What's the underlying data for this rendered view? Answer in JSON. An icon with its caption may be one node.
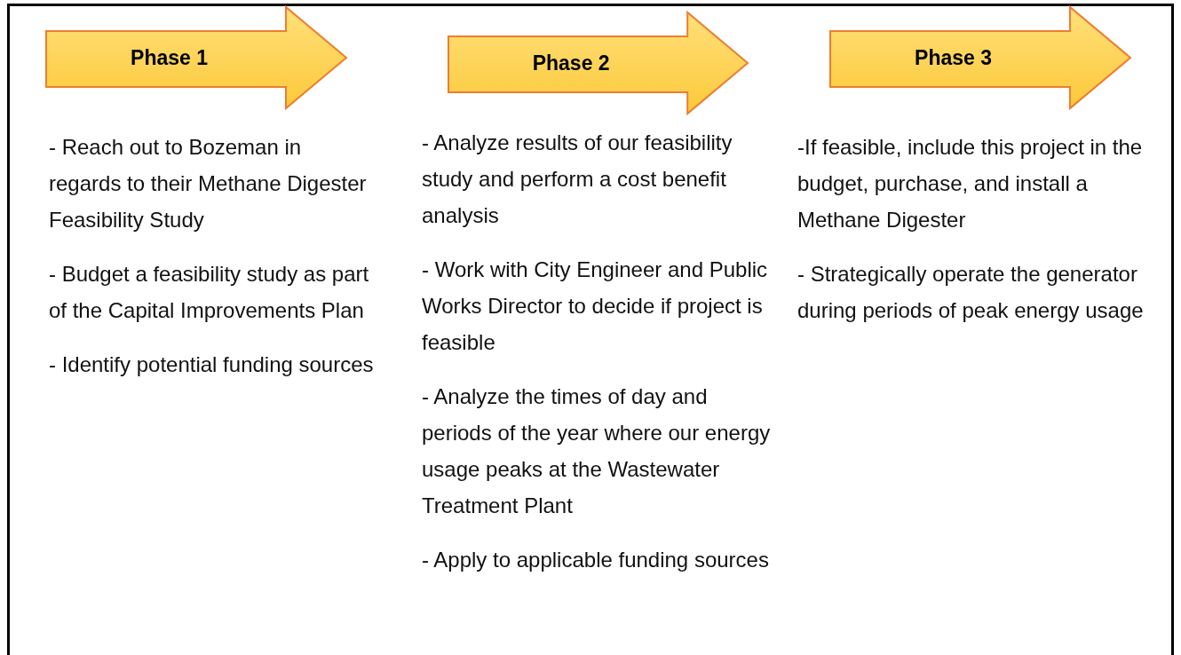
{
  "diagram": {
    "nodes": [
      {
        "text": [
          "Phase 1"
        ],
        "beside": [
          "- Reach out to Bozeman in regards to their Methane Digester Feasibility Study",
          "- Budget a feasibility study as part of the Capital Improvements Plan",
          "- Identify potential funding sources"
        ]
      },
      {
        "text": [
          "Phase 2"
        ],
        "beside": [
          "- Analyze results of our feasibility study and perform a cost benefit analysis",
          "- Work with City Engineer and Public Works Director to decide if project is feasible",
          "- Analyze the times of day and periods of the year where our energy usage peaks at the Wastewater Treatment Plant",
          "- Apply to applicable funding sources"
        ]
      },
      {
        "text": [
          "Phase 3"
        ],
        "beside": [
          "-If feasible, include this project in the budget, purchase, and install a Methane Digester",
          "- Strategically operate the generator during periods of peak energy usage"
        ]
      }
    ]
  }
}
